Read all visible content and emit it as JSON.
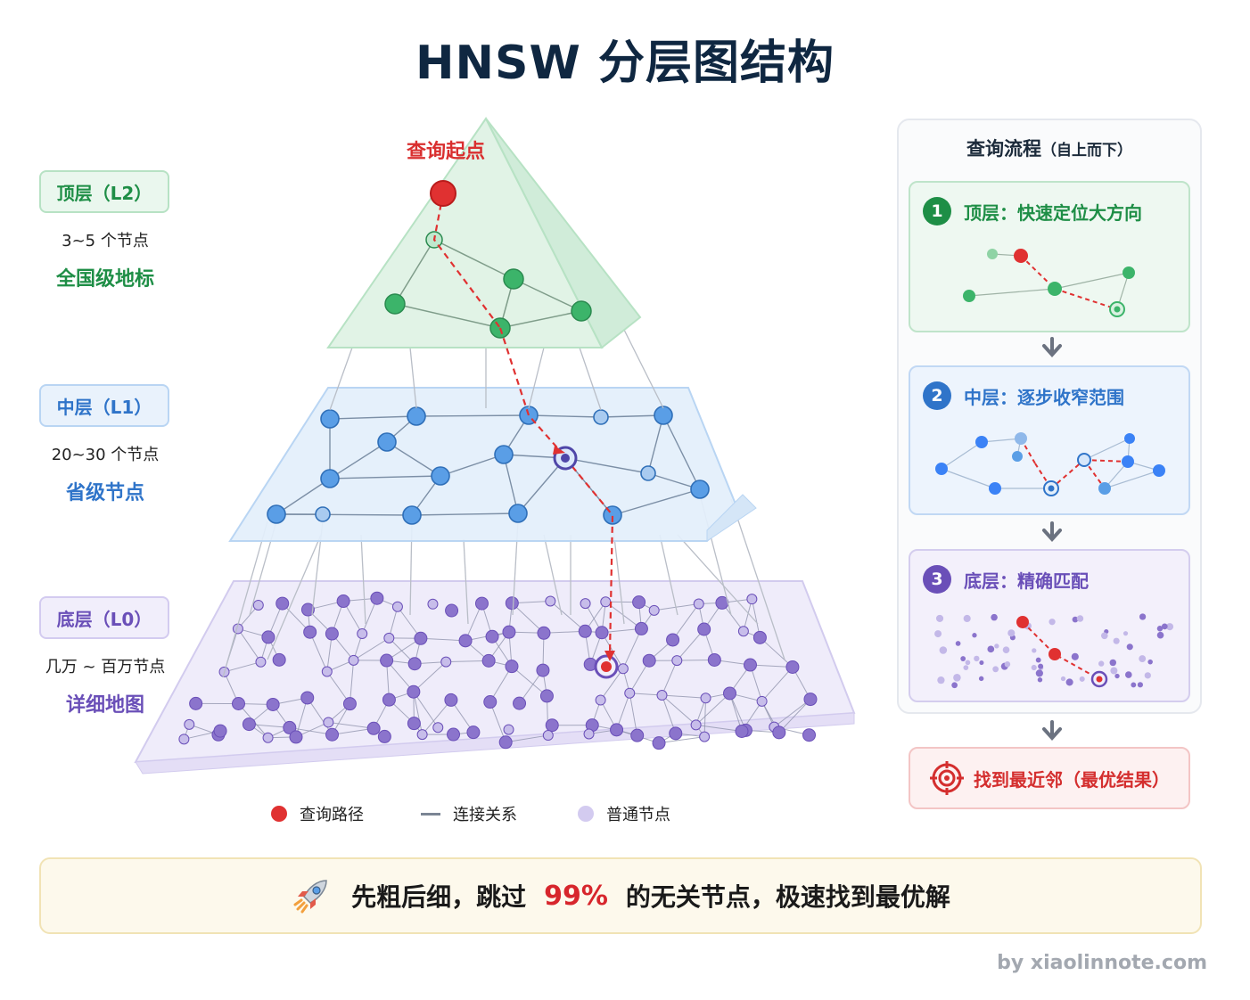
{
  "title": "HNSW 分层图结构",
  "start_label": "查询起点",
  "layers": [
    {
      "tag": "顶层（L2）",
      "count": "3~5 个节点",
      "desc": "全国级地标",
      "color": "#1e8e46"
    },
    {
      "tag": "中层（L1）",
      "count": "20~30 个节点",
      "desc": "省级节点",
      "color": "#2f74c9"
    },
    {
      "tag": "底层（L0）",
      "count": "几万 ~ 百万节点",
      "desc": "详细地图",
      "color": "#6a4fb8"
    }
  ],
  "legend": {
    "path": "查询路径",
    "edge": "连接关系",
    "node": "普通节点"
  },
  "flow": {
    "title": "查询流程",
    "title_suffix": "（自上而下）",
    "steps": [
      {
        "num": "1",
        "text": "顶层：快速定位大方向",
        "color": "#1e8e46"
      },
      {
        "num": "2",
        "text": "中层：逐步收窄范围",
        "color": "#2f74c9"
      },
      {
        "num": "3",
        "text": "底层：精确匹配",
        "color": "#6a4fb8"
      }
    ],
    "result": "找到最近邻（最优结果）"
  },
  "banner": {
    "before": "先粗后细，跳过",
    "highlight": "99%",
    "after": "的无关节点，极速找到最优解"
  },
  "credit": "by xiaolinnote.com",
  "colors": {
    "path": "#e03131",
    "l2": "#3cb46a",
    "l1": "#5a9ee6",
    "l0": "#8b74cc"
  }
}
